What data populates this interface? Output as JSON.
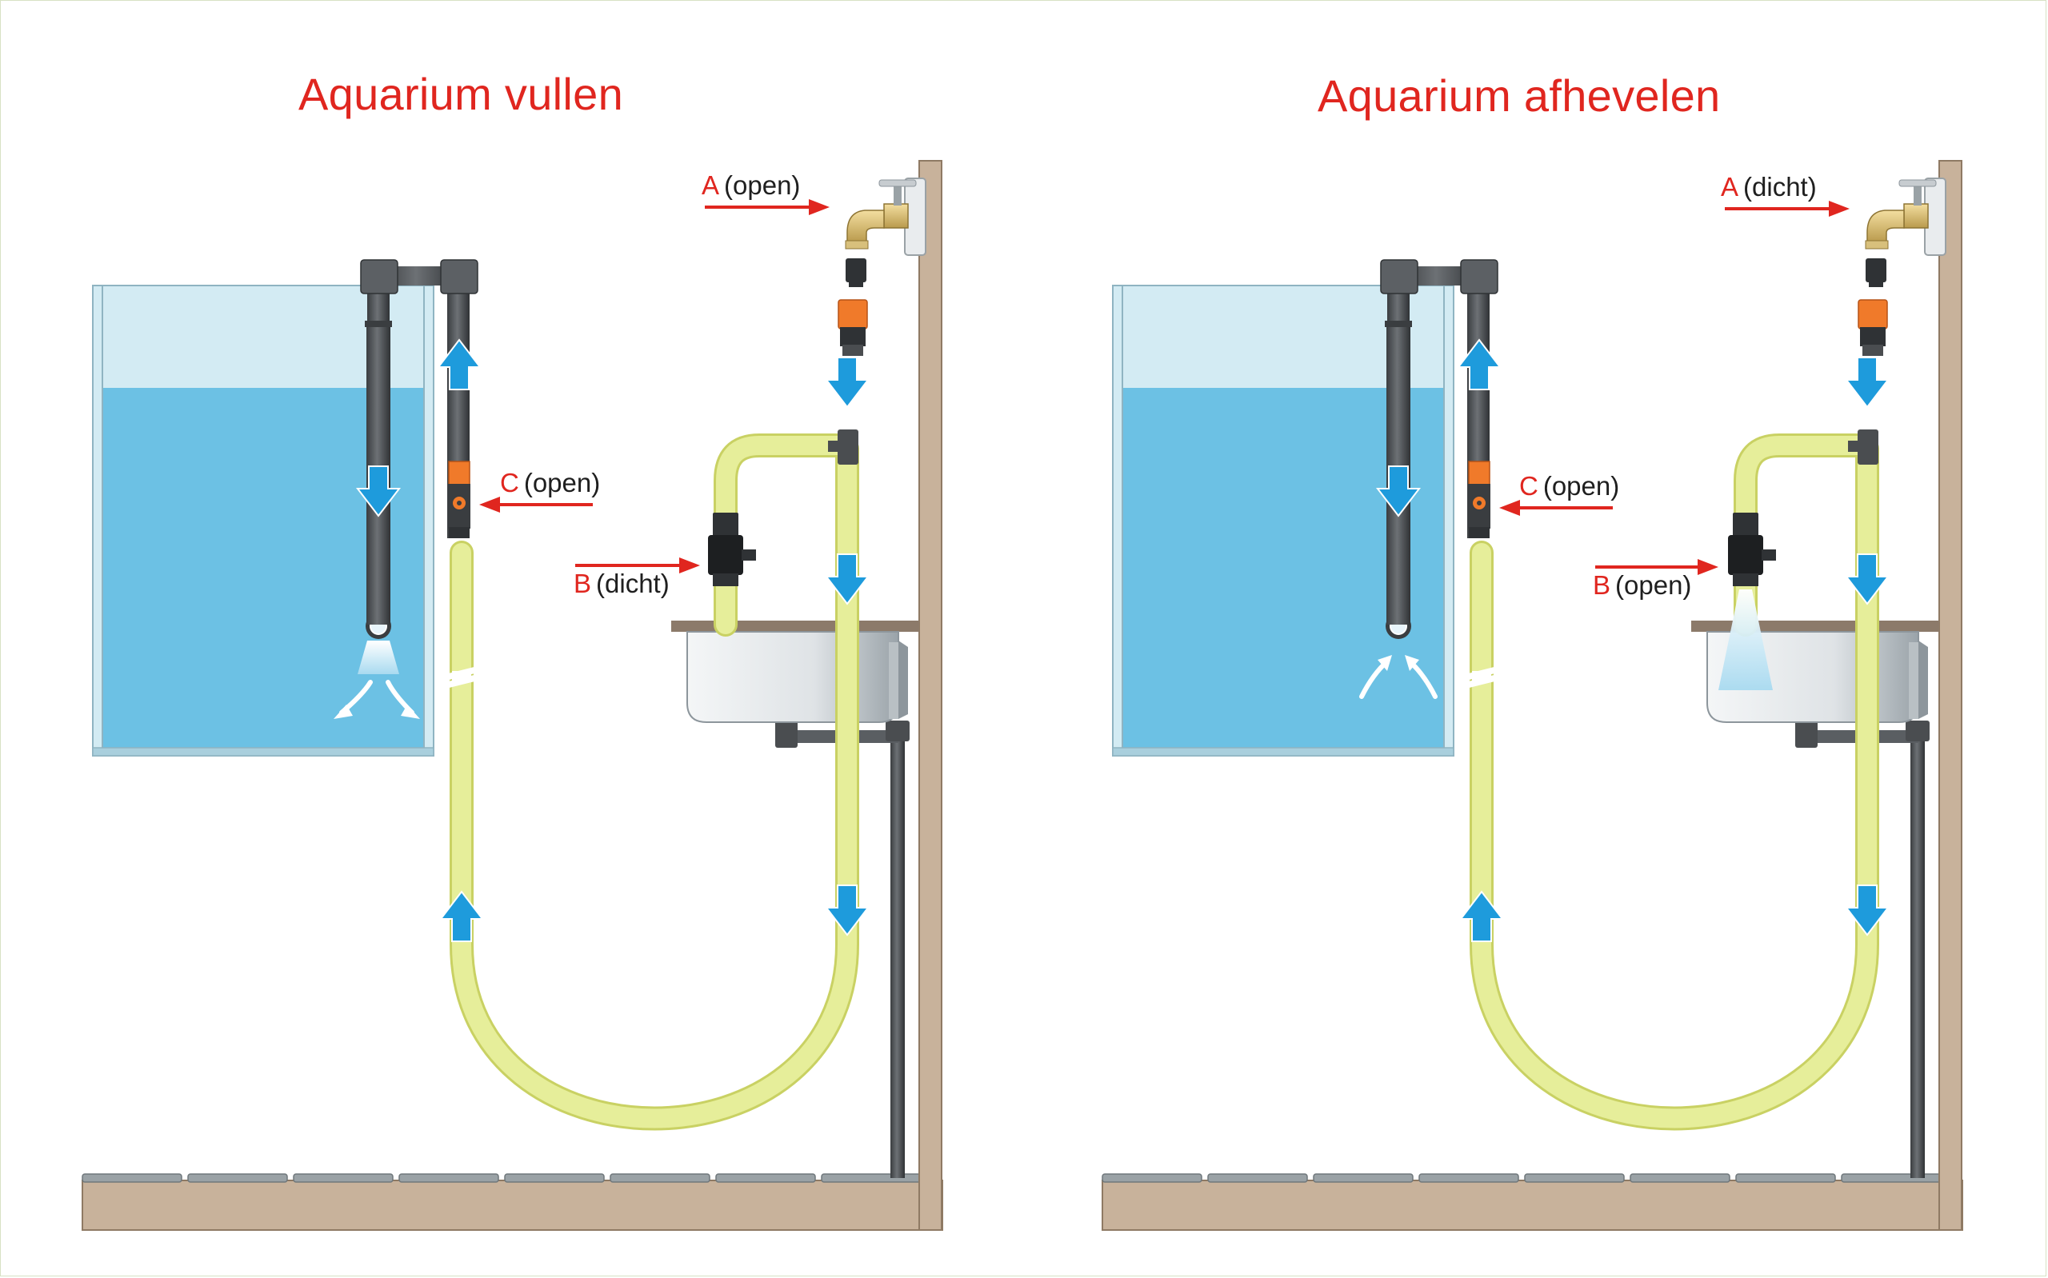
{
  "panels": [
    {
      "title": "Aquarium vullen",
      "labels": {
        "a": {
          "key": "A",
          "state": "(open)"
        },
        "b": {
          "key": "B",
          "state": "(dicht)"
        },
        "c": {
          "key": "C",
          "state": "(open)"
        }
      }
    },
    {
      "title": "Aquarium afhevelen",
      "labels": {
        "a": {
          "key": "A",
          "state": "(dicht)"
        },
        "b": {
          "key": "B",
          "state": "(open)"
        },
        "c": {
          "key": "C",
          "state": "(open)"
        }
      }
    }
  ],
  "colors": {
    "title": "#e0261f",
    "pointer_arrow": "#e0261f",
    "flow_arrow": "#1e9bdc",
    "water": "#6cc1e4",
    "water_light": "#d3ebf3",
    "hose": "#e6ee9a",
    "pipe": "#4a4d50",
    "wall": "#c8b29b",
    "valve_orange": "#f07a2a"
  }
}
